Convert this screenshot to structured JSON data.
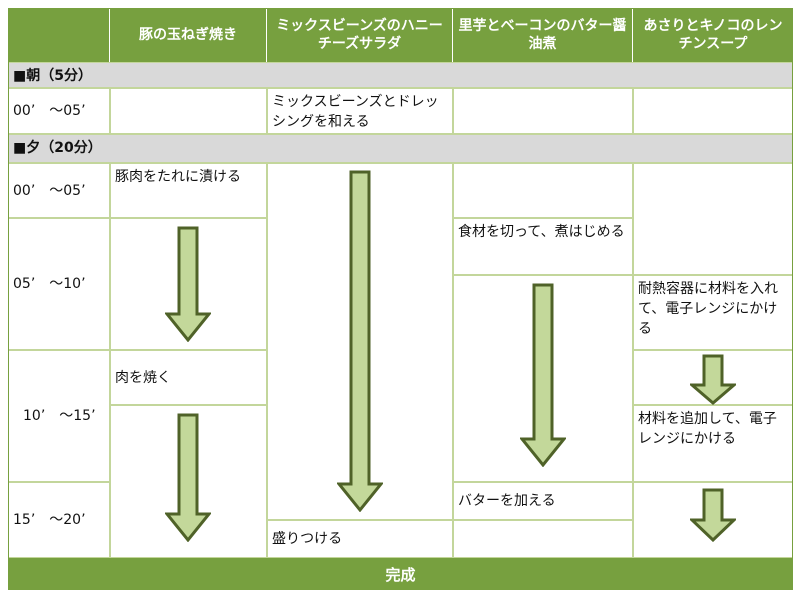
{
  "header": {
    "corner": "",
    "columns": [
      "豚の玉ねぎ焼き",
      "ミックスビーンズのハニーチーズサラダ",
      "里芋とベーコンのバター醤油煮",
      "あさりとキノコのレンチンスープ"
    ]
  },
  "morning": {
    "label": "■朝（5分）",
    "time": "00’　〜05’",
    "salad": "ミックスビーンズとドレッシングを和える"
  },
  "evening": {
    "label": "■夕（20分）",
    "times": [
      "00’　〜05’",
      "05’　〜10’",
      "10’　〜15’",
      "15’　〜20’"
    ],
    "pork": [
      "豚肉をたれに漬ける",
      "肉を焼く"
    ],
    "salad": [
      "盛りつける"
    ],
    "taro": [
      "食材を切って、煮はじめる",
      "バターを加える"
    ],
    "soup": [
      "耐熱容器に材料を入れて、電子レンジにかける",
      "材料を追加して、電子レンジにかける"
    ]
  },
  "footer": {
    "label": "完成"
  },
  "colors": {
    "header": "#77a03f",
    "border": "#c3d69b",
    "section": "#d9d9d9",
    "arrow_fill": "#c3d89a",
    "arrow_stroke": "#4f6228"
  }
}
